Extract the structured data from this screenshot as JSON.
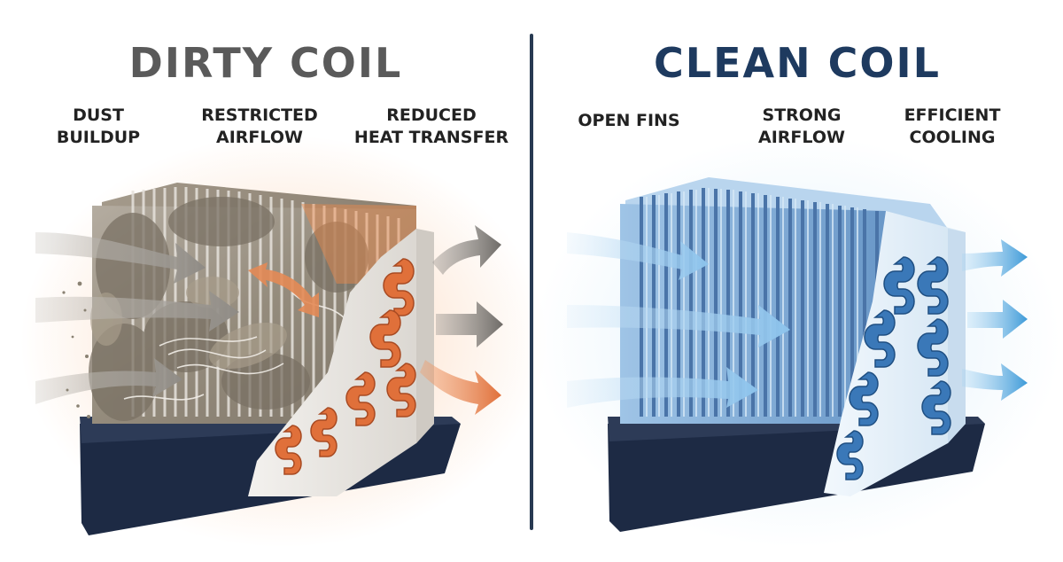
{
  "left_panel": {
    "title": "DIRTY COIL",
    "labels": [
      "DUST\nBUILDUP",
      "RESTRICTED\nAIRFLOW",
      "REDUCED\nHEAT TRANSFER"
    ],
    "colors": {
      "title": "#5a5a5a",
      "tubes": "#e0703a",
      "glow": "#f58a46",
      "dust": "#8a8273"
    }
  },
  "right_panel": {
    "title": "CLEAN COIL",
    "labels": [
      "OPEN FINS",
      "STRONG\nAIRFLOW",
      "EFFICIENT\nCOOLING"
    ],
    "colors": {
      "title": "#1e3a5f",
      "tubes": "#3a78b8",
      "glow": "#8cc8f0",
      "fins": "#5a86b8"
    }
  },
  "icons": [
    "airflow-arrow-icon",
    "coil-tube-icon"
  ]
}
